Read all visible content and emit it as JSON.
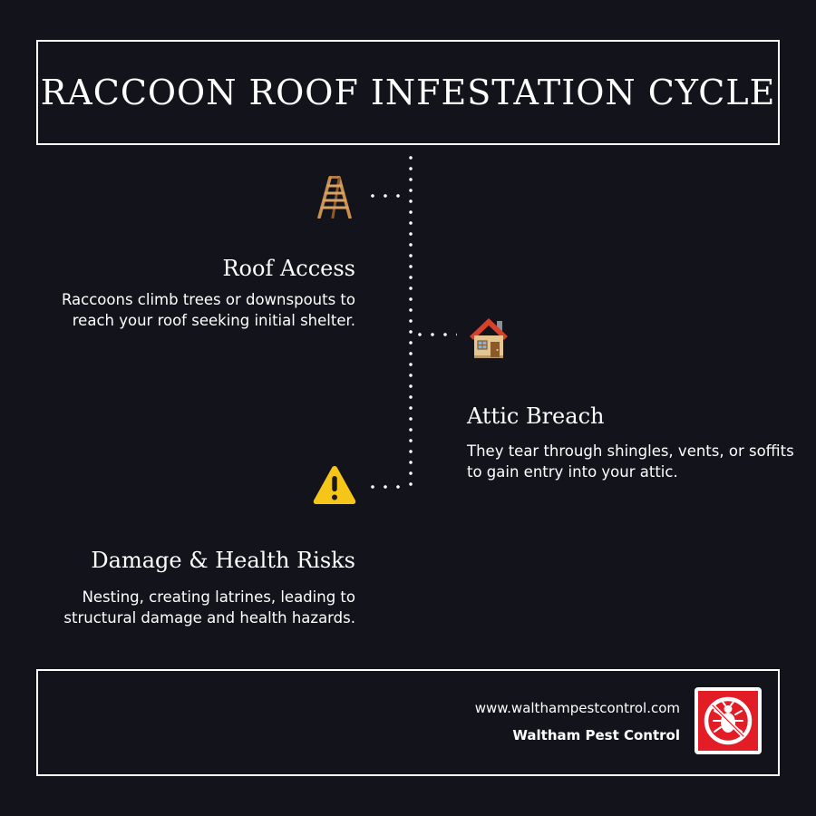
{
  "header": {
    "title": "RACCOON ROOF INFESTATION CYCLE"
  },
  "steps": [
    {
      "icon": "ladder-icon",
      "title": "Roof Access",
      "description": "Raccoons climb trees or downspouts to reach your roof seeking initial shelter."
    },
    {
      "icon": "house-icon",
      "title": "Attic Breach",
      "description": "They tear through shingles, vents, or soffits to gain entry into your attic."
    },
    {
      "icon": "warning-icon",
      "title": "Damage & Health Risks",
      "description": "Nesting, creating latrines, leading to structural damage and health hazards."
    }
  ],
  "footer": {
    "url": "www.walthampestcontrol.com",
    "company": "Waltham Pest Control",
    "logo_icon": "no-pest-logo-icon"
  },
  "colors": {
    "background": "#13131b",
    "text": "#ffffff",
    "logo_red": "#e21d26",
    "warning_yellow": "#f5c518",
    "ladder_wood": "#c98f4f"
  }
}
